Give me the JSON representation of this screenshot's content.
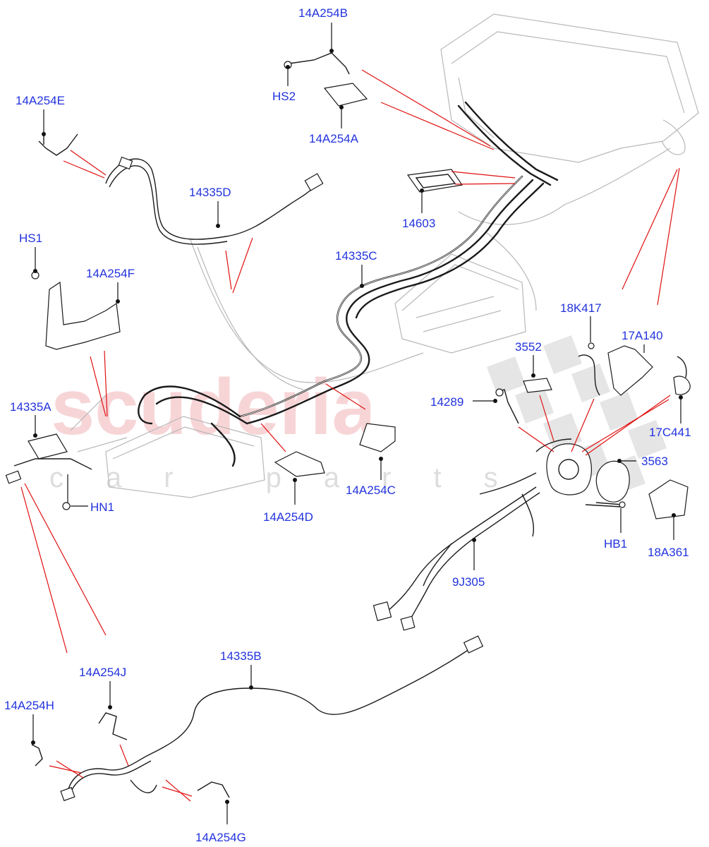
{
  "watermark": {
    "main": "scuderia",
    "sub": "car parts"
  },
  "colors": {
    "label": "#2233dd",
    "leader": "#e01010",
    "parts": "#1a1a1a",
    "context": "#b8b8b8",
    "watermark": "#f2b3b8"
  },
  "labels": {
    "14A254B": "14A254B",
    "HS2": "HS2",
    "14A254A": "14A254A",
    "14A254E": "14A254E",
    "14335D": "14335D",
    "14603": "14603",
    "HS1": "HS1",
    "14A254F": "14A254F",
    "14335C": "14335C",
    "18K417": "18K417",
    "17A140": "17A140",
    "3552": "3552",
    "14289": "14289",
    "17C441": "17C441",
    "14335A": "14335A",
    "3563": "3563",
    "14A254C": "14A254C",
    "HN1": "HN1",
    "14A254D": "14A254D",
    "HB1": "HB1",
    "18A361": "18A361",
    "9J305": "9J305",
    "14335B": "14335B",
    "14A254J": "14A254J",
    "14A254H": "14A254H",
    "14A254G": "14A254G"
  }
}
